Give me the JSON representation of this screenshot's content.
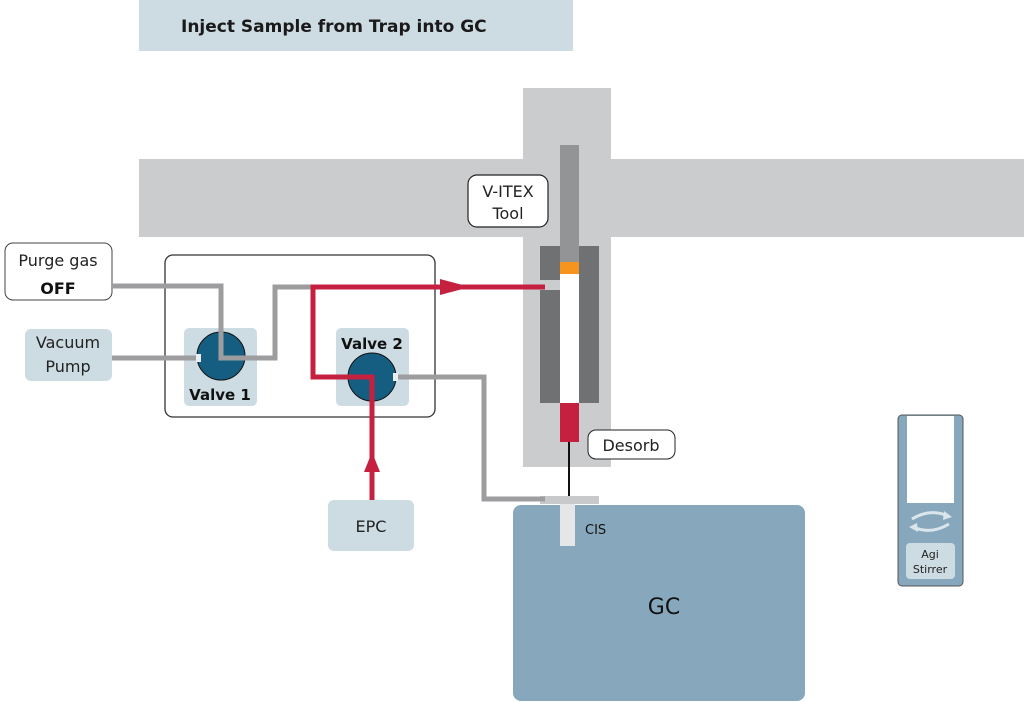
{
  "title": "Inject Sample from Trap into GC",
  "labels": {
    "purge_gas": "Purge gas",
    "purge_state": "OFF",
    "vacuum_line1": "Vacuum",
    "vacuum_line2": "Pump",
    "valve1": "Valve 1",
    "valve2": "Valve 2",
    "epc": "EPC",
    "vitex_line1": "V-ITEX",
    "vitex_line2": "Tool",
    "desorb": "Desorb",
    "cis": "CIS",
    "gc": "GC",
    "agi_line1": "Agi",
    "agi_line2": "Stirrer"
  },
  "colors": {
    "title_bg": "#cddbe3",
    "rail": "#cbcccd",
    "pipe_gray": "#9d9d9f",
    "flow_red": "#c5203f",
    "valve_blue": "#155e82",
    "node_bg": "#cddbe3",
    "gc_box": "#87a8bc",
    "heater_dark": "#707172",
    "trap_orange": "#f7941d",
    "plunger": "#939496"
  }
}
